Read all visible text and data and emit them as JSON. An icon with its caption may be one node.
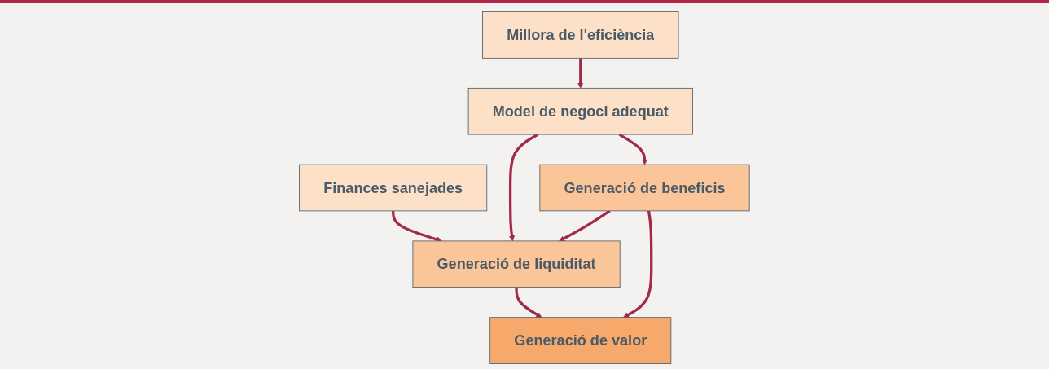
{
  "diagram": {
    "nodes": [
      {
        "text": [
          "Finances sanejades"
        ]
      },
      {
        "text": [
          "Model de negoci adequat"
        ]
      },
      {
        "text": [
          "Millora de l'eficiència"
        ]
      },
      {
        "text": [
          "Generació de liquiditat"
        ]
      },
      {
        "text": [
          "Generació de beneficis"
        ]
      },
      {
        "text": [
          "Generació de valor"
        ]
      }
    ],
    "edges": [
      {
        "from": 0,
        "to": 3,
        "arrow": "to"
      },
      {
        "from": 1,
        "to": 3,
        "arrow": "to"
      },
      {
        "from": 1,
        "to": 4,
        "arrow": "to"
      },
      {
        "from": 2,
        "to": 1,
        "arrow": "to"
      },
      {
        "from": 4,
        "to": 3,
        "arrow": "to"
      },
      {
        "from": 3,
        "to": 5,
        "arrow": "to"
      },
      {
        "from": 4,
        "to": 5,
        "arrow": "to"
      }
    ]
  }
}
